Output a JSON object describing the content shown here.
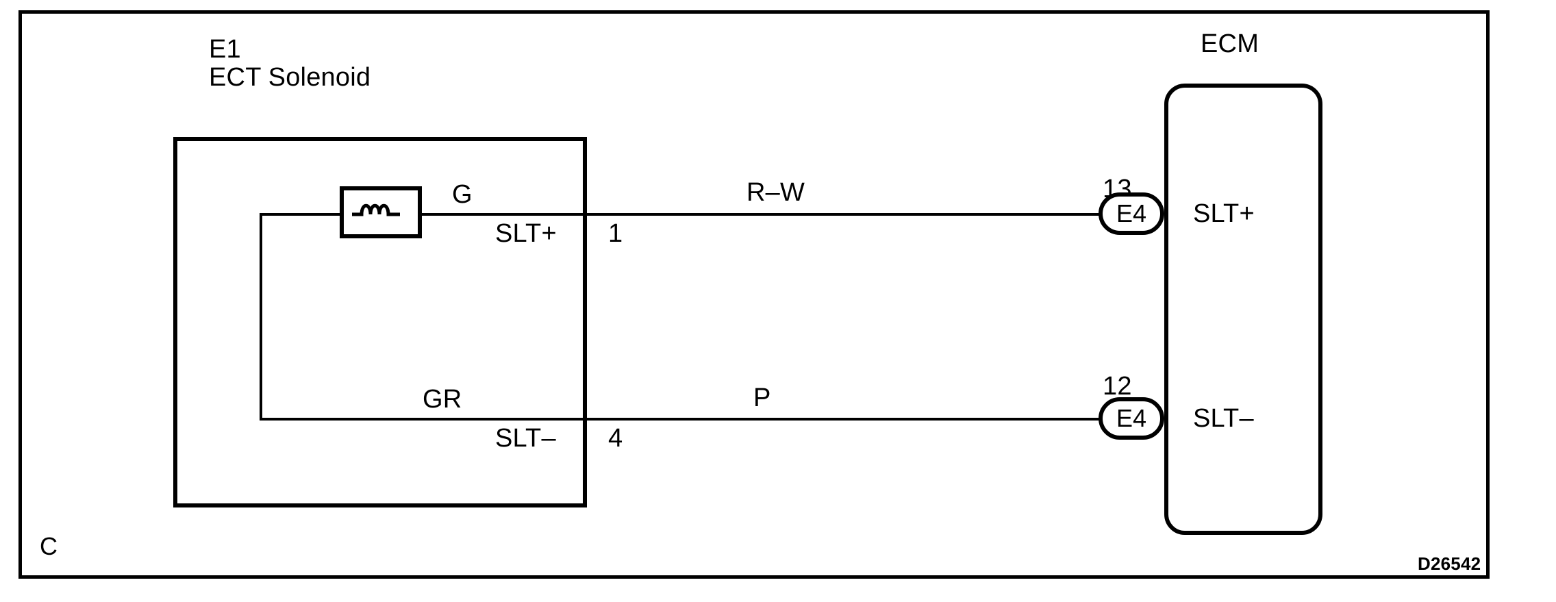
{
  "diagram": {
    "figure_code": "D26542",
    "corner_marker": "C",
    "left_component": {
      "connector_id": "E1",
      "name": "ECT Solenoid",
      "terminals": [
        {
          "signal": "SLT+",
          "pin": "1",
          "wire_color_internal": "G"
        },
        {
          "signal": "SLT-",
          "pin": "4",
          "wire_color_internal": "GR"
        }
      ]
    },
    "right_component": {
      "name": "ECM",
      "terminals": [
        {
          "pin": "13",
          "connector": "E4",
          "signal": "SLT+"
        },
        {
          "pin": "12",
          "connector": "E4",
          "signal": "SLT-"
        }
      ]
    },
    "harness_wires": [
      {
        "color_code": "R-W",
        "from": "SLT+ pin 1",
        "to": "E4 pin 13"
      },
      {
        "color_code": "P",
        "from": "SLT- pin 4",
        "to": "E4 pin 12"
      }
    ],
    "labels": {
      "e1": "E1",
      "ect_solenoid": "ECT Solenoid",
      "ecm": "ECM",
      "coil_color_top": "G",
      "coil_color_bottom": "GR",
      "slt_plus_left": "SLT+",
      "slt_minus_left": "SLT–",
      "pin_1": "1",
      "pin_4": "4",
      "wire_rw": "R–W",
      "wire_p": "P",
      "pin_13": "13",
      "pin_12": "12",
      "terminal_e4_top": "E4",
      "terminal_e4_bottom": "E4",
      "slt_plus_right": "SLT+",
      "slt_minus_right": "SLT–",
      "corner_c": "C",
      "code": "D26542"
    },
    "colors": {
      "stroke": "#000000",
      "background": "#ffffff"
    },
    "icons": {
      "coil": "inductor-coil-icon"
    }
  }
}
